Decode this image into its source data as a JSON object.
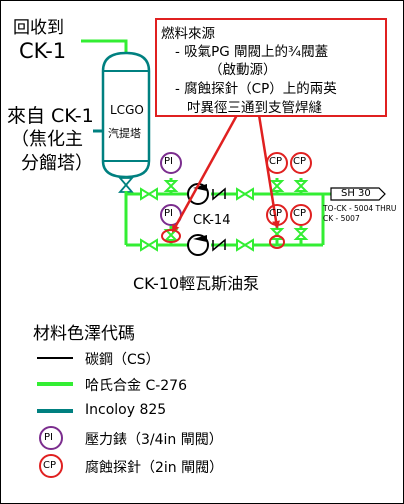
{
  "labels": {
    "recycle_top": "回收到",
    "recycle_bottom": "CK-1",
    "from_top": "來自 CK-1",
    "from_mid": "（焦化主",
    "from_bot": "分餾塔）",
    "tower_name": "LCGO",
    "tower_sub": "汽提塔",
    "pump_top": "CK-14",
    "pump_bottom": "CK-10輕瓦斯油泵",
    "dest_code": "SH 30",
    "dest_line1": "TO-CK - 5004 THRU",
    "dest_line2": "CK - 5007"
  },
  "callout": {
    "title": "燃料來源",
    "line1": "- 吸氣PG 閘閥上的¾閥蓋",
    "line2": "（啟動源）",
    "line3": "- 腐蝕探針（CP）上的兩英",
    "line4": "吋異徑三通到支管焊縫"
  },
  "instruments": {
    "pi": "PI",
    "cp": "CP"
  },
  "legend": {
    "title": "材料色澤代碼",
    "items": [
      {
        "label": "碳鋼（CS）",
        "color": "#000000"
      },
      {
        "label": "哈氏合金 C-276",
        "color": "#33ee33"
      },
      {
        "label": "Incoloy 825",
        "color": "#008080"
      },
      {
        "label": "壓力錶（3/4in 閘閥）",
        "symbol": "PI",
        "color": "#7b2d8e"
      },
      {
        "label": "腐蝕探針（2in 閘閥）",
        "symbol": "CP",
        "color": "#e02020"
      }
    ]
  },
  "colors": {
    "hastelloy": "#33ee33",
    "incoloy": "#008080",
    "alert": "#e02020",
    "gauge": "#7b2d8e"
  }
}
